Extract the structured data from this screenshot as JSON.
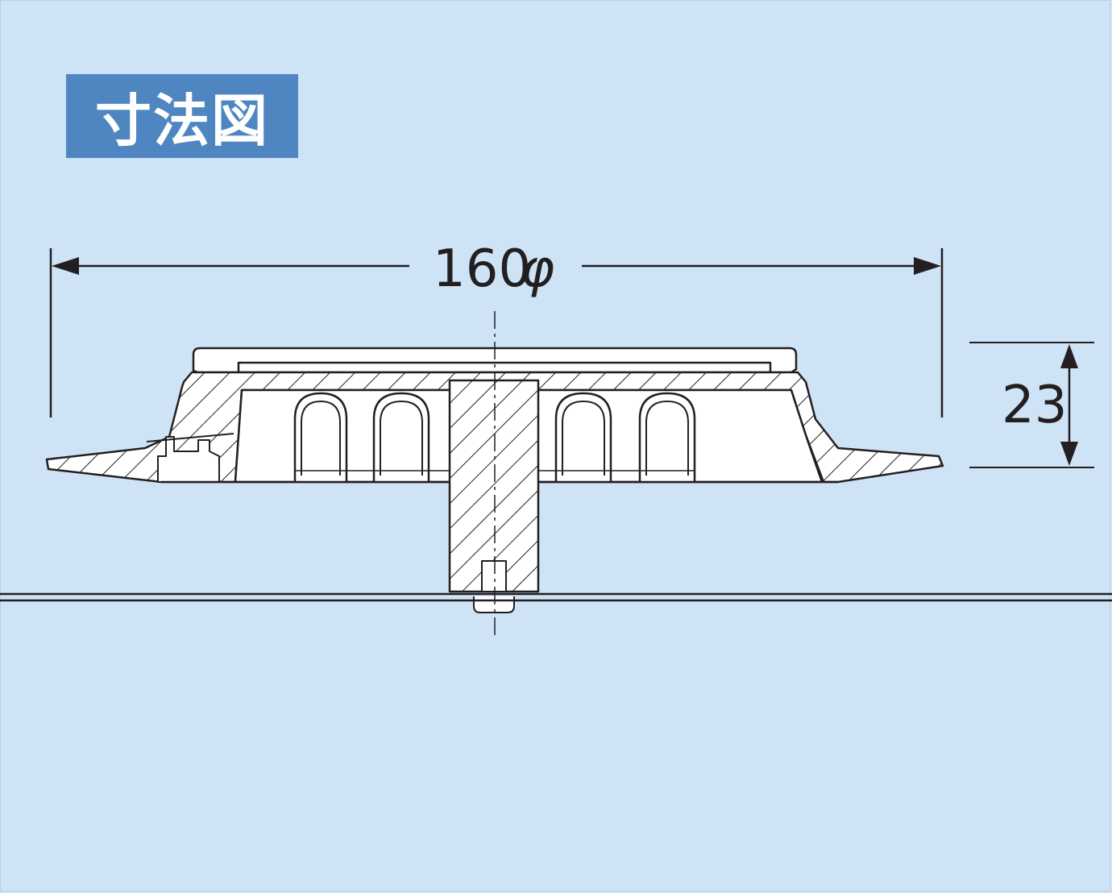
{
  "title": "寸法図",
  "dimensions": {
    "diameter": {
      "value": "160",
      "symbol": "φ"
    },
    "height": {
      "value": "23"
    }
  },
  "colors": {
    "background": "#cfe3f7",
    "badge": "#4f86c2",
    "line": "#231f20",
    "part_fill": "#ffffff"
  }
}
